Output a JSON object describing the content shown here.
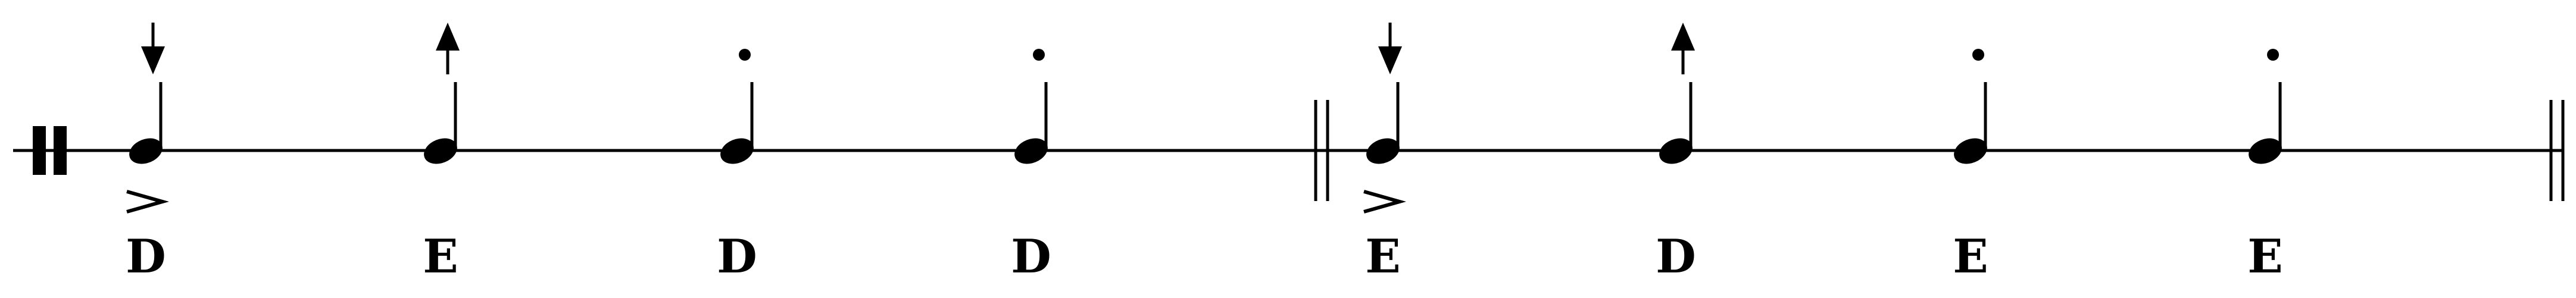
{
  "score": {
    "clef": "percussion",
    "measures": [
      {
        "notes": [
          {
            "letter": "D",
            "stroke": "down",
            "accent": true
          },
          {
            "letter": "E",
            "stroke": "up",
            "accent": false
          },
          {
            "letter": "D",
            "stroke": "tap",
            "accent": false
          },
          {
            "letter": "D",
            "stroke": "tap",
            "accent": false
          }
        ],
        "end_barline": "double"
      },
      {
        "notes": [
          {
            "letter": "E",
            "stroke": "down",
            "accent": true
          },
          {
            "letter": "D",
            "stroke": "up",
            "accent": false
          },
          {
            "letter": "E",
            "stroke": "tap",
            "accent": false
          },
          {
            "letter": "E",
            "stroke": "tap",
            "accent": false
          }
        ],
        "end_barline": "double"
      }
    ]
  }
}
